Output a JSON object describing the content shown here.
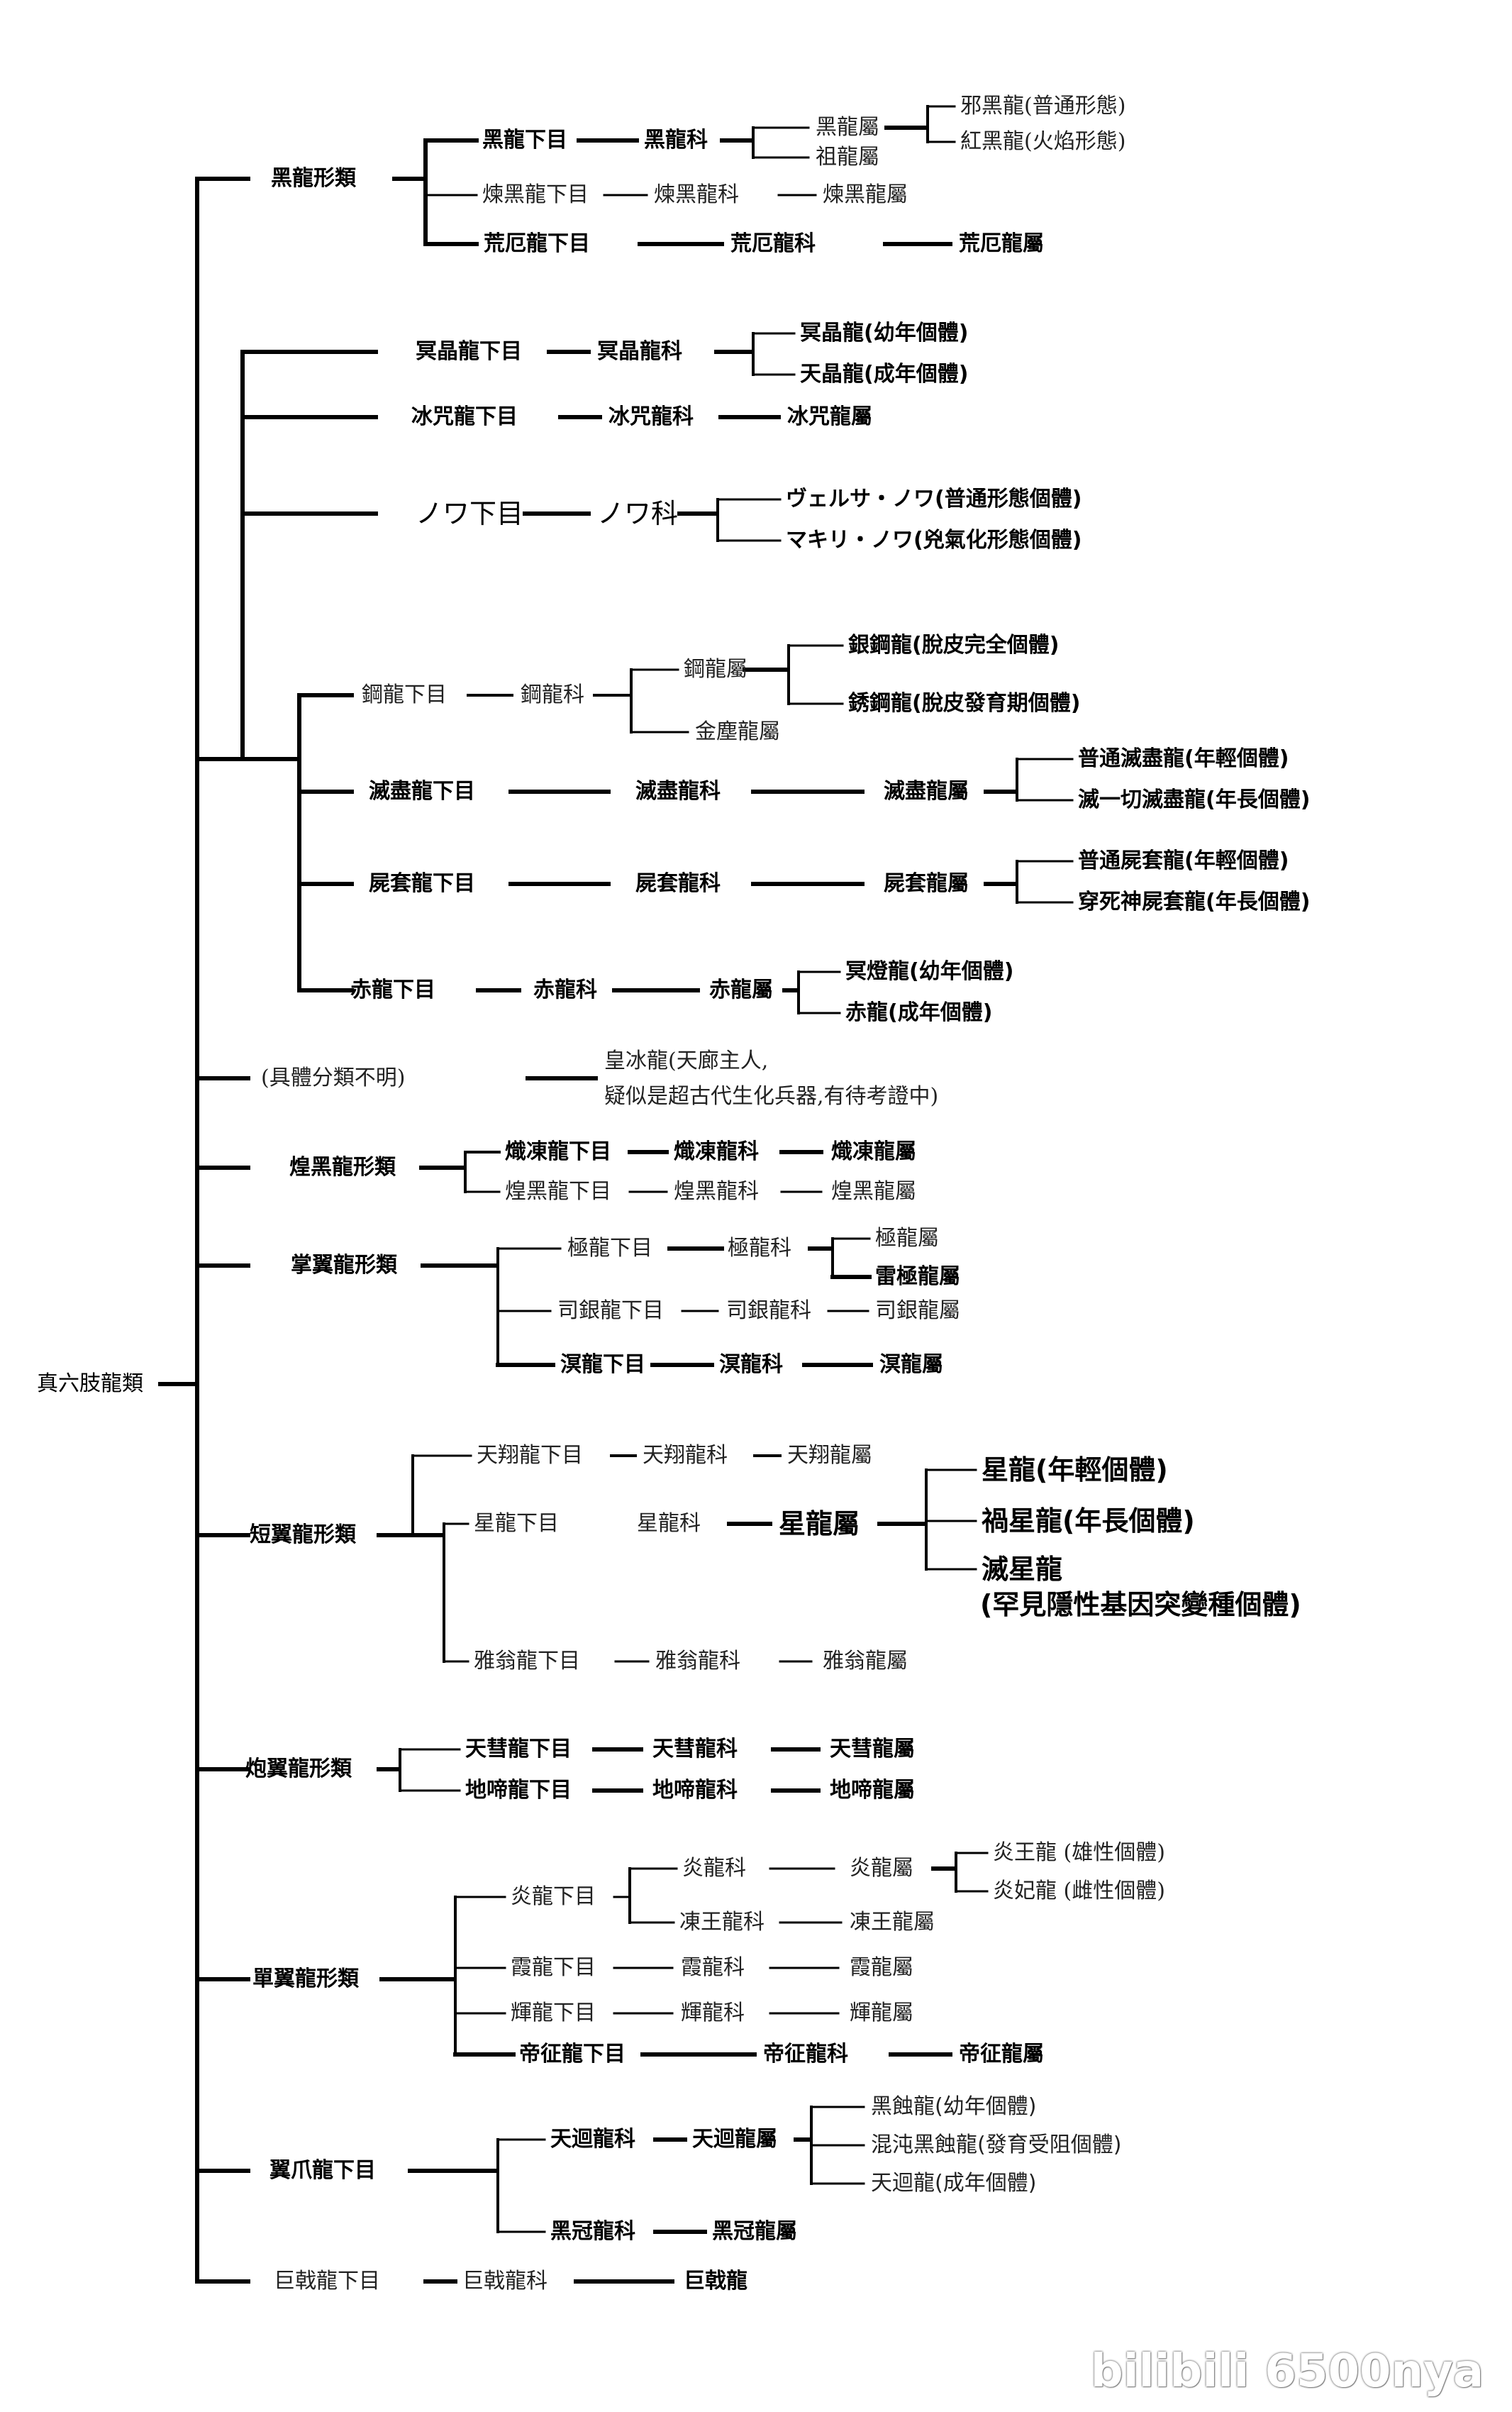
{
  "root": "真六肢龍類",
  "watermark": "bilibili 6500nya",
  "nodes": {
    "n1": "黑龍形類",
    "n2": "黑龍下目",
    "n3": "黑龍科",
    "n4": "黑龍屬",
    "n5": "祖龍屬",
    "n6": "邪黑龍(普通形態)",
    "n7": "紅黑龍(火焰形態)",
    "n8": "煉黑龍下目",
    "n9": "煉黑龍科",
    "n10": "煉黑龍屬",
    "n11": "荒厄龍下目",
    "n12": "荒厄龍科",
    "n13": "荒厄龍屬",
    "n14": "冥晶龍下目",
    "n15": "冥晶龍科",
    "n16": "冥晶龍(幼年個體)",
    "n17": "天晶龍(成年個體)",
    "n18": "冰咒龍下目",
    "n19": "冰咒龍科",
    "n20": "冰咒龍屬",
    "n21": "ノワ下目",
    "n22": "ノワ科",
    "n23": "ヴェルサ・ノワ(普通形態個體)",
    "n24": "マキリ・ノワ(兇氣化形態個體)",
    "n25": "鋼龍下目",
    "n26": "鋼龍科",
    "n27": "鋼龍屬",
    "n28": "金塵龍屬",
    "n29": "銀鋼龍(脫皮完全個體)",
    "n30": "銹鋼龍(脫皮發育期個體)",
    "n31": "滅盡龍下目",
    "n32": "滅盡龍科",
    "n33": "滅盡龍屬",
    "n34": "普通滅盡龍(年輕個體)",
    "n35": "滅一切滅盡龍(年長個體)",
    "n36": "屍套龍下目",
    "n37": "屍套龍科",
    "n38": "屍套龍屬",
    "n39": "普通屍套龍(年輕個體)",
    "n40": "穿死神屍套龍(年長個體)",
    "n41": "赤龍下目",
    "n42": "赤龍科",
    "n43": "赤龍屬",
    "n44": "冥燈龍(幼年個體)",
    "n45": "赤龍(成年個體)",
    "n46": "(具體分類不明)",
    "n47": "皇冰龍(天廊主人,",
    "n48": "疑似是超古代生化兵器,有待考證中)",
    "n49": "煌黑龍形類",
    "n50": "熾凍龍下目",
    "n51": "熾凍龍科",
    "n52": "熾凍龍屬",
    "n53": "煌黑龍下目",
    "n54": "煌黑龍科",
    "n55": "煌黑龍屬",
    "n56": "掌翼龍形類",
    "n57": "極龍下目",
    "n58": "極龍科",
    "n59": "極龍屬",
    "n60": "雷極龍屬",
    "n61": "司銀龍下目",
    "n62": "司銀龍科",
    "n63": "司銀龍屬",
    "n64": "溟龍下目",
    "n65": "溟龍科",
    "n66": "溟龍屬",
    "n67": "短翼龍形類",
    "n68": "天翔龍下目",
    "n69": "天翔龍科",
    "n70": "天翔龍屬",
    "n71": "星龍下目",
    "n72": "星龍科",
    "n73": "星龍屬",
    "n74": "星龍(年輕個體)",
    "n75": "禍星龍(年長個體)",
    "n76": "滅星龍",
    "n77": "(罕見隱性基因突變種個體)",
    "n78": "雅翁龍下目",
    "n79": "雅翁龍科",
    "n80": "雅翁龍屬",
    "n81": "炮翼龍形類",
    "n82": "天彗龍下目",
    "n83": "天彗龍科",
    "n84": "天彗龍屬",
    "n85": "地啼龍下目",
    "n86": "地啼龍科",
    "n87": "地啼龍屬",
    "n88": "單翼龍形類",
    "n89": "炎龍下目",
    "n90": "炎龍科",
    "n91": "炎龍屬",
    "n92": "炎王龍 (雄性個體)",
    "n93": "炎妃龍 (雌性個體)",
    "n94": "凍王龍科",
    "n95": "凍王龍屬",
    "n96": "霞龍下目",
    "n97": "霞龍科",
    "n98": "霞龍屬",
    "n99": "輝龍下目",
    "n100": "輝龍科",
    "n101": "輝龍屬",
    "n102": "帝征龍下目",
    "n103": "帝征龍科",
    "n104": "帝征龍屬",
    "n105": "翼爪龍下目",
    "n106": "天迴龍科",
    "n107": "天迴龍屬",
    "n108": "黑蝕龍(幼年個體)",
    "n109": "混沌黑蝕龍(發育受阻個體)",
    "n110": "天迴龍(成年個體)",
    "n111": "黑冠龍科",
    "n112": "黑冠龍屬",
    "n113": "巨戟龍下目",
    "n114": "巨戟龍科",
    "n115": "巨戟龍"
  }
}
